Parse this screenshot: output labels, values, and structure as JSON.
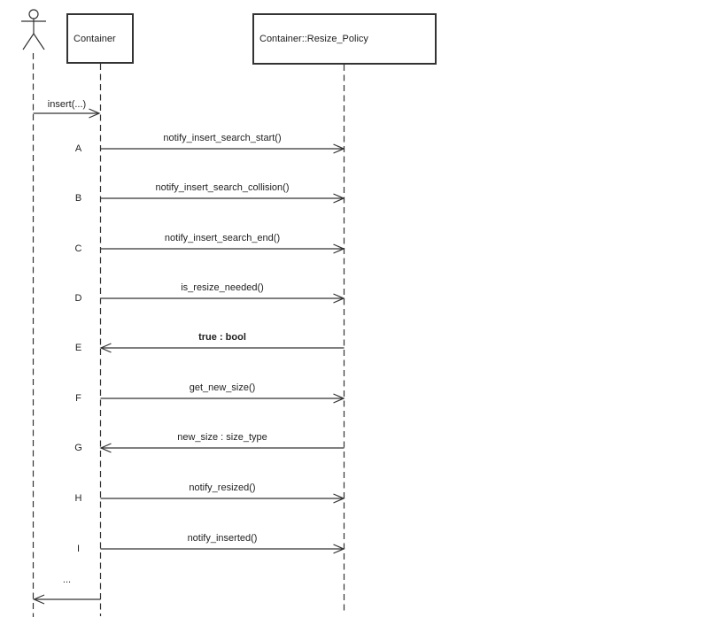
{
  "diagram": {
    "type": "uml-sequence-diagram",
    "colors": {
      "background": "#ffffff",
      "line": "#333333",
      "text": "#222222"
    },
    "actor": {
      "icon": "actor-stick-figure"
    },
    "participants": [
      {
        "label": "Container"
      },
      {
        "label": "Container::Resize_Policy"
      }
    ],
    "initial_message": {
      "label": "insert(...)",
      "from": "actor",
      "to": "Container",
      "direction": "right"
    },
    "messages": [
      {
        "letter": "A",
        "label": "notify_insert_search_start()",
        "direction": "right"
      },
      {
        "letter": "B",
        "label": "notify_insert_search_collision()",
        "direction": "right"
      },
      {
        "letter": "C",
        "label": "notify_insert_search_end()",
        "direction": "right"
      },
      {
        "letter": "D",
        "label": "is_resize_needed()",
        "direction": "right"
      },
      {
        "letter": "E",
        "label": "true : bool",
        "direction": "left",
        "emphasis": "bold"
      },
      {
        "letter": "F",
        "label": "get_new_size()",
        "direction": "right"
      },
      {
        "letter": "G",
        "label": "new_size : size_type",
        "direction": "left"
      },
      {
        "letter": "H",
        "label": "notify_resized()",
        "direction": "right"
      },
      {
        "letter": "I",
        "label": "notify_inserted()",
        "direction": "right"
      }
    ],
    "final_message": {
      "label": "...",
      "from": "Container",
      "to": "actor",
      "direction": "left"
    }
  }
}
